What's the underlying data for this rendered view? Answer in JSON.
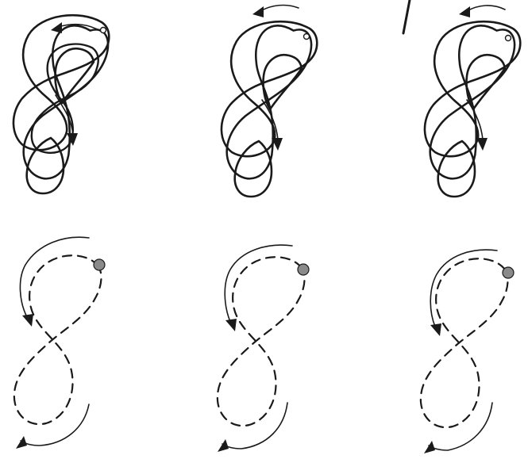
{
  "figure": {
    "panel_count": 6,
    "rows": [
      "traced-outline-row",
      "dashed-path-row"
    ],
    "colors": {
      "ink": "#1a1a1a",
      "paper": "#ffffff",
      "dot": "#8a8a8a"
    },
    "icons": [
      "figure-eight-outline",
      "curved-arrow",
      "start-dot",
      "figure-eight-dashed"
    ]
  }
}
